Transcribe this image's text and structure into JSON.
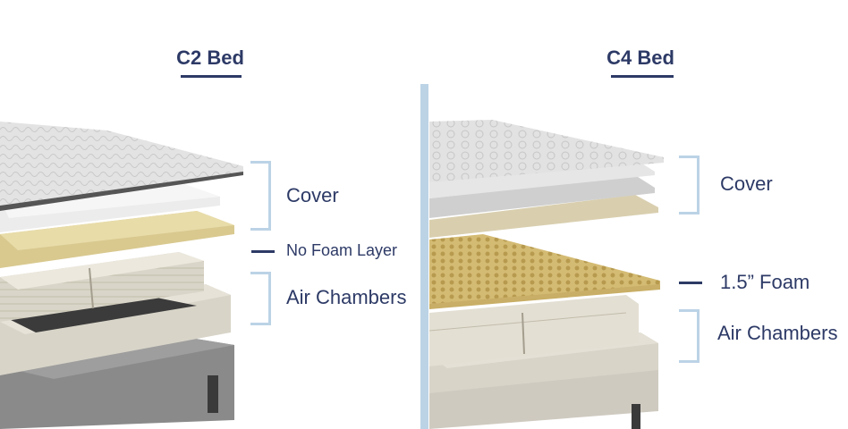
{
  "left_bed": {
    "title": "C2 Bed",
    "labels": {
      "cover": "Cover",
      "no_foam": "No Foam Layer",
      "air_chambers": "Air Chambers"
    }
  },
  "right_bed": {
    "title": "C4 Bed",
    "labels": {
      "cover": "Cover",
      "foam": "1.5” Foam",
      "air_chambers": "Air Chambers"
    }
  },
  "colors": {
    "accent_navy": "#2d3a66",
    "bracket_blue": "#bcd3e6"
  }
}
